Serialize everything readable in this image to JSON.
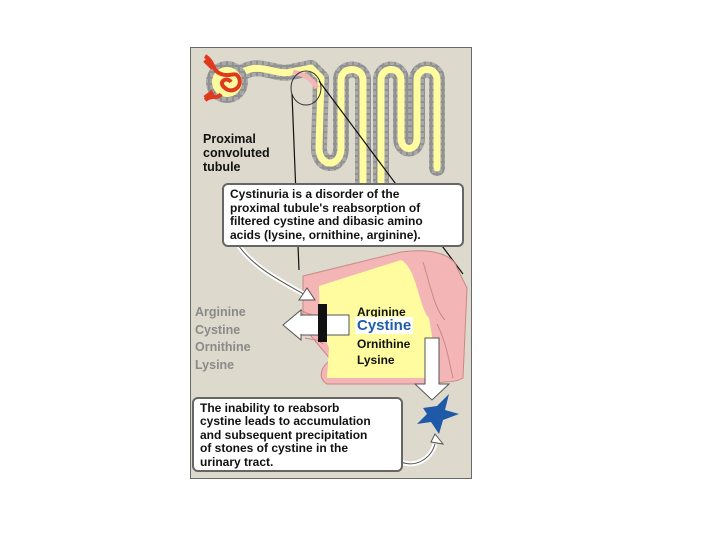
{
  "colors": {
    "background": "#ddd9cc",
    "tubule_lumen": "#fffca0",
    "tissue": "#f3b5b5",
    "vessel": "#e03a1e",
    "stone": "#1e5aa8",
    "highlight": "#1f5fa8"
  },
  "labels": {
    "proximal": [
      "Proximal",
      "convoluted",
      "tubule"
    ],
    "callout_top": [
      "Cystinuria is a disorder of the",
      "proximal tubule's reabsorption of",
      "filtered cystine and dibasic amino",
      "acids (lysine, ornithine, arginine)."
    ],
    "left_amino": [
      "Arginine",
      "Cystine",
      "Ornithine",
      "Lysine"
    ],
    "right_amino": {
      "arginine": "Arginine",
      "cystine": "Cystine",
      "ornithine": "Ornithine",
      "lysine": "Lysine"
    },
    "callout_bottom": [
      "The inability to reabsorb",
      "cystine leads to accumulation",
      "and subsequent precipitation",
      "of stones of cystine in the",
      "urinary tract."
    ]
  },
  "icons": [
    "glomerulus-icon",
    "block-bar-icon",
    "cystine-stone-icon"
  ]
}
